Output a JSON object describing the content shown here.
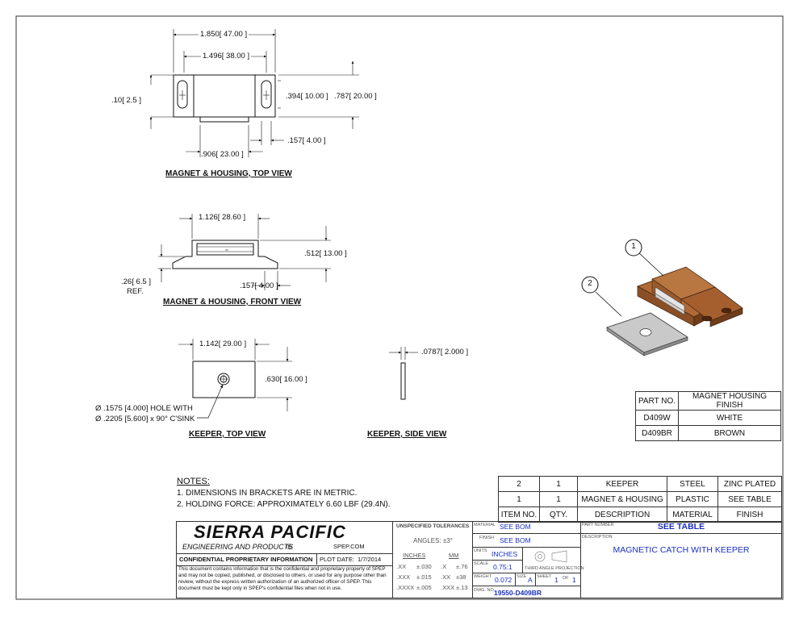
{
  "views": {
    "top": {
      "label": "MAGNET & HOUSING, TOP VIEW",
      "dims": {
        "overall": "1.850[ 47.00 ]",
        "body": "1.496[ 38.00 ]",
        "flange": ".10[ 2.5 ]",
        "slot": ".394[ 10.00 ]",
        "depth": ".787[ 20.00 ]",
        "edge": ".157[ 4.00 ]",
        "center": ".906[ 23.00 ]"
      }
    },
    "front": {
      "label": "MAGNET & HOUSING, FRONT VIEW",
      "dims": {
        "width": "1.126[ 28.60 ]",
        "height": ".512[ 13.00 ]",
        "base": ".26[ 6.5 ]",
        "ref": "REF.",
        "edge": ".157[ 4.00 ]"
      }
    },
    "keeper_top": {
      "label": "KEEPER, TOP VIEW",
      "dims": {
        "width": "1.142[ 29.00 ]",
        "height": ".630[ 16.00 ]",
        "hole1": "Ø .1575 [4.000] HOLE WITH",
        "hole2": "Ø .2205 [5.600] x 90° C'SINK"
      }
    },
    "keeper_side": {
      "label": "KEEPER, SIDE VIEW",
      "dims": {
        "thickness": ".0787[ 2.000 ]"
      }
    }
  },
  "balloons": [
    "1",
    "2"
  ],
  "finish_table": {
    "headers": [
      "PART NO.",
      "MAGNET HOUSING FINISH"
    ],
    "rows": [
      [
        "D409W",
        "WHITE"
      ],
      [
        "D409BR",
        "BROWN"
      ]
    ]
  },
  "notes": {
    "title": "NOTES:",
    "items": [
      "1.  DIMENSIONS IN BRACKETS ARE IN METRIC.",
      "2.  HOLDING FORCE: APPROXIMATELY 6.60 LBF (29.4N)."
    ]
  },
  "bom": {
    "rows": [
      [
        "2",
        "1",
        "KEEPER",
        "STEEL",
        "ZINC PLATED"
      ],
      [
        "1",
        "1",
        "MAGNET & HOUSING",
        "PLASTIC",
        "SEE TABLE"
      ]
    ],
    "headers": [
      "ITEM NO.",
      "QTY.",
      "DESCRIPTION",
      "MATERIAL",
      "FINISH"
    ]
  },
  "title_block": {
    "company": "SIERRA PACIFIC",
    "company_sub": "ENGINEERING AND PRODUCTS",
    "website": "SPEP.COM",
    "confidential": "CONFIDENTIAL PROPRIETARY INFORMATION",
    "plot_date_label": "PLOT DATE:",
    "plot_date": "1/7/2014",
    "disclaimer": "This document contains information that is the confidential and proprietary property of SPEP and may not be copied, published, or disclosed to others, or used for any purpose other than review, without the express written authorization of an authorized officer of SPEP. This document must be kept only in SPEP's confidential files when not in use.",
    "tol_title": "UNSPECIFIED TOLERANCES",
    "angles": "ANGLES: ±3°",
    "inches_label": "INCHES",
    "mm_label": "MM",
    "tol_rows": [
      [
        ".XX",
        "±.030",
        ".X",
        "±.76"
      ],
      [
        ".XXX",
        "±.015",
        ".XX",
        "±38"
      ],
      [
        ".XXXX",
        "±.005",
        ".XXX",
        "±.13"
      ]
    ],
    "material_label": "MATERIAL",
    "material": "SEE BOM",
    "finish_label": "FINISH",
    "finish": "SEE BOM",
    "units_label": "UNITS",
    "units": "INCHES",
    "scale_label": "SCALE",
    "scale": "0.75:1",
    "projection_label": "THIRD ANGLE PROJECTION",
    "weight_label": "WEIGHT",
    "weight": "0.072",
    "size_label": "SIZE",
    "size": "A",
    "sheet_label": "SHEET",
    "sheet": "1",
    "of_label": "OF",
    "sheet_total": "1",
    "dwg_label": "DWG. NO.",
    "dwg_no": "19550-D409BR",
    "part_number_label": "PART NUMBER",
    "part_number": "SEE TABLE",
    "description_label": "DESCRIPTION",
    "description": "MAGNETIC CATCH WITH KEEPER"
  }
}
